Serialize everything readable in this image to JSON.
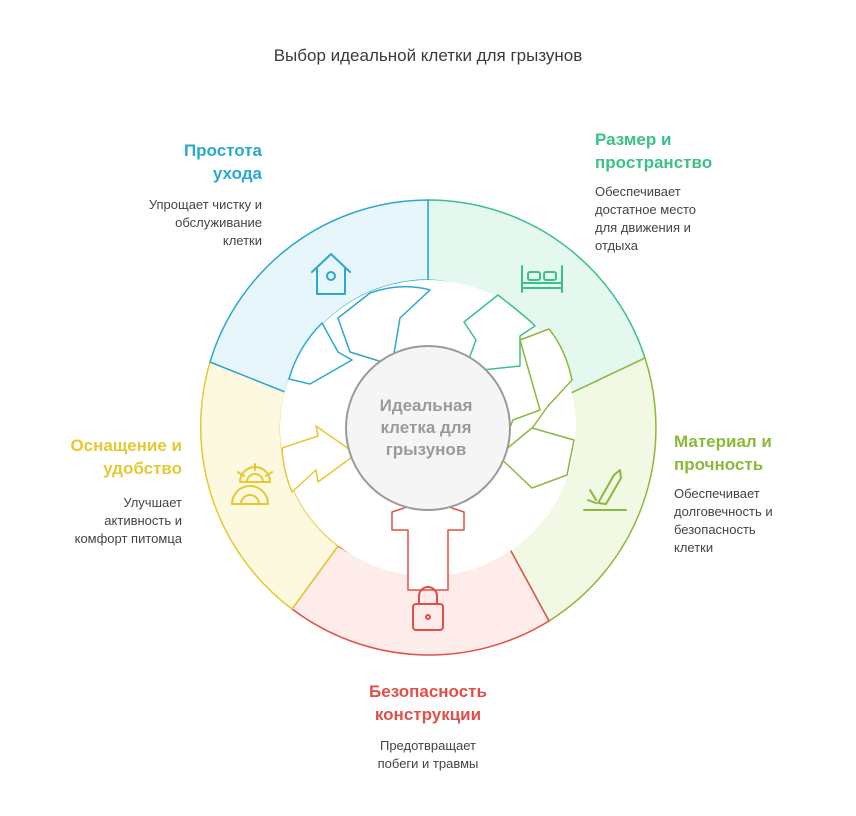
{
  "title": "Выбор идеальной клетки для грызунов",
  "center_label": [
    "Идеальная",
    "клетка для",
    "грызунов"
  ],
  "segments": [
    {
      "key": "care",
      "heading": [
        "Простота",
        "ухода"
      ],
      "description": [
        "Упрощает чистку и",
        "обслуживание",
        "клетки"
      ],
      "color": "#2aa8d0",
      "fill": "#e7f6fb",
      "icon": "birdhouse-icon"
    },
    {
      "key": "size",
      "heading": [
        "Размер и",
        "пространство"
      ],
      "description": [
        "Обеспечивает",
        "достатное место",
        "для движения и",
        "отдыха"
      ],
      "color": "#3cc08a",
      "fill": "#e5f8ef",
      "icon": "bed-icon"
    },
    {
      "key": "material",
      "heading": [
        "Материал и",
        "прочность"
      ],
      "description": [
        "Обеспечивает",
        "долговечность и",
        "безопасность",
        "клетки"
      ],
      "color": "#8cb83a",
      "fill": "#f1f8e4",
      "icon": "knife-icon"
    },
    {
      "key": "safety",
      "heading": [
        "Безопасность",
        "конструкции"
      ],
      "description": [
        "Предотвращает",
        "побеги и травмы"
      ],
      "color": "#e0504a",
      "fill": "#fdecea",
      "icon": "lock-icon"
    },
    {
      "key": "equipment",
      "heading": [
        "Оснащение и",
        "удобство"
      ],
      "description": [
        "Улучшает",
        "активность и",
        "комфорт питомца"
      ],
      "color": "#e6c832",
      "fill": "#fdf9e1",
      "icon": "igloo-icon"
    }
  ]
}
